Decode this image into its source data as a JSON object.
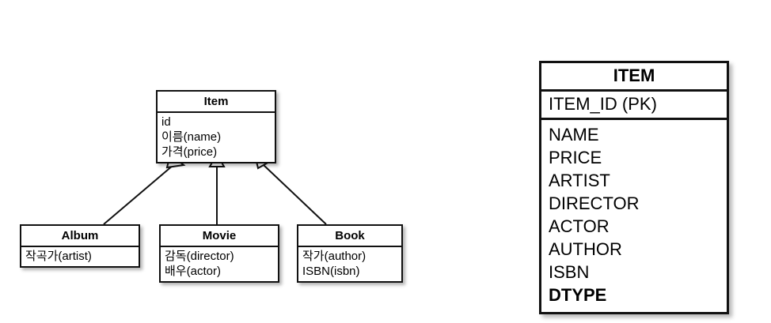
{
  "diagram": {
    "type": "uml-class-inheritance-with-relational-table",
    "uml": {
      "superclass": {
        "name": "Item",
        "attributes": [
          "id",
          "이름(name)",
          "가격(price)"
        ]
      },
      "subclasses": [
        {
          "name": "Album",
          "attributes": [
            "작곡가(artist)"
          ],
          "relation": "generalization-to-item"
        },
        {
          "name": "Movie",
          "attributes": [
            "감독(director)",
            "배우(actor)"
          ],
          "relation": "generalization-to-item"
        },
        {
          "name": "Book",
          "attributes": [
            "작가(author)",
            "ISBN(isbn)"
          ],
          "relation": "generalization-to-item"
        }
      ],
      "connectors": [
        {
          "from": "Album",
          "to": "Item",
          "arrow": "hollow-triangle"
        },
        {
          "from": "Movie",
          "to": "Item",
          "arrow": "hollow-triangle"
        },
        {
          "from": "Book",
          "to": "Item",
          "arrow": "hollow-triangle"
        }
      ]
    },
    "table": {
      "name": "ITEM",
      "primary_key": "ITEM_ID (PK)",
      "columns": [
        {
          "name": "NAME",
          "bold": false
        },
        {
          "name": "PRICE",
          "bold": false
        },
        {
          "name": "ARTIST",
          "bold": false
        },
        {
          "name": "DIRECTOR",
          "bold": false
        },
        {
          "name": "ACTOR",
          "bold": false
        },
        {
          "name": "AUTHOR",
          "bold": false
        },
        {
          "name": "ISBN",
          "bold": false
        },
        {
          "name": "DTYPE",
          "bold": true
        }
      ]
    },
    "colors": {
      "stroke": "#111111",
      "fill": "#ffffff",
      "text": "#000000"
    }
  }
}
